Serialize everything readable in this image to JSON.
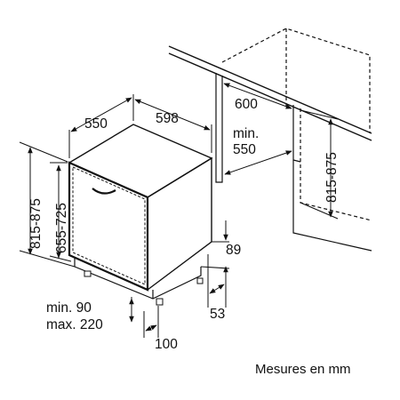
{
  "colors": {
    "line": "#111111",
    "background": "#ffffff"
  },
  "dimensions": {
    "depth_top": "550",
    "width_top": "598",
    "niche_width": "600",
    "niche_min_depth_line1": "min.",
    "niche_min_depth_line2": "550",
    "niche_height": "815-875",
    "total_height": "815-875",
    "appliance_height": "655-725",
    "plinth_height": "89",
    "plinth_depth": "53",
    "feet_line1": "min. 90",
    "feet_line2": "max. 220",
    "feet_offset": "100"
  },
  "caption": "Mesures en mm"
}
